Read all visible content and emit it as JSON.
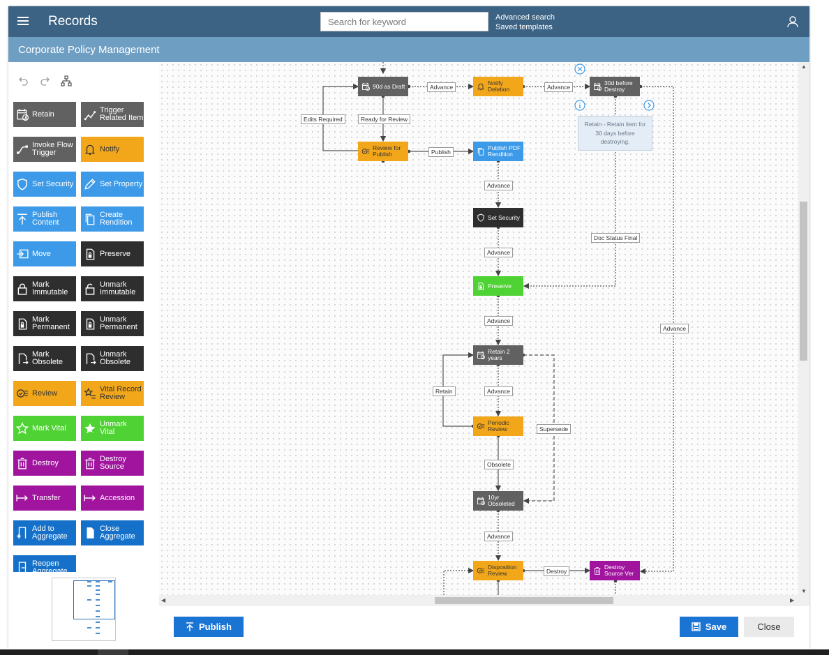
{
  "header": {
    "app_title": "Records",
    "search_placeholder": "Search for keyword",
    "links": [
      "Advanced search",
      "Saved templates"
    ]
  },
  "page_title": "Corporate Policy Management",
  "palette": [
    {
      "label": "Retain",
      "color": "#616161",
      "icon": "retain-icon"
    },
    {
      "label": "Trigger\nRelated Item",
      "color": "#616161",
      "icon": "trigger-icon"
    },
    {
      "label": "Invoke Flow\nTrigger",
      "color": "#616161",
      "icon": "flow-icon"
    },
    {
      "label": "Notify",
      "color": "#f2a71b",
      "icon": "bell-icon"
    },
    {
      "label": "Set Security",
      "color": "#3c9ae8",
      "icon": "shield-icon"
    },
    {
      "label": "Set Property",
      "color": "#3c9ae8",
      "icon": "pencil-icon"
    },
    {
      "label": "Publish\nContent",
      "color": "#3c9ae8",
      "icon": "upload-icon"
    },
    {
      "label": "Create\nRendition",
      "color": "#3c9ae8",
      "icon": "copy-icon"
    },
    {
      "label": "Move",
      "color": "#3c9ae8",
      "icon": "move-icon"
    },
    {
      "label": "Preserve",
      "color": "#2e2e2e",
      "icon": "lock-doc-icon"
    },
    {
      "label": "Mark\nImmutable",
      "color": "#2e2e2e",
      "icon": "lock-icon"
    },
    {
      "label": "Unmark\nImmutable",
      "color": "#2e2e2e",
      "icon": "unlock-icon"
    },
    {
      "label": "Mark\nPermanent",
      "color": "#2e2e2e",
      "icon": "lock-doc-icon"
    },
    {
      "label": "Unmark\nPermanent",
      "color": "#2e2e2e",
      "icon": "lock-doc-icon"
    },
    {
      "label": "Mark\nObsolete",
      "color": "#2e2e2e",
      "icon": "doc-arrow-icon"
    },
    {
      "label": "Unmark\nObsolete",
      "color": "#2e2e2e",
      "icon": "doc-arrow-icon"
    },
    {
      "label": "Review",
      "color": "#f2a71b",
      "icon": "review-icon"
    },
    {
      "label": "Vital Record\nReview",
      "color": "#f2a71b",
      "icon": "star-list-icon"
    },
    {
      "label": "Mark Vital",
      "color": "#4fd233",
      "icon": "star-icon"
    },
    {
      "label": "Unmark\nVital",
      "color": "#4fd233",
      "icon": "star-off-icon"
    },
    {
      "label": "Destroy",
      "color": "#a0149e",
      "icon": "trash-icon"
    },
    {
      "label": "Destroy\nSource",
      "color": "#a0149e",
      "icon": "trash-icon"
    },
    {
      "label": "Transfer",
      "color": "#a0149e",
      "icon": "arrow-right-icon"
    },
    {
      "label": "Accession",
      "color": "#a0149e",
      "icon": "arrow-right-icon"
    },
    {
      "label": "Add to\nAggregate",
      "color": "#1470c8",
      "icon": "add-doc-icon"
    },
    {
      "label": "Close\nAggregate",
      "color": "#1470c8",
      "icon": "doc-icon"
    },
    {
      "label": "Reopen\nAggregate",
      "color": "#1470c8",
      "icon": "reopen-icon"
    }
  ],
  "nodes": [
    {
      "id": "n1",
      "label": "90d as Draft",
      "color": "#616161",
      "icon": "retain-icon"
    },
    {
      "id": "n2",
      "label": "Notify\nDeletion",
      "color": "#f2a71b",
      "icon": "bell-icon"
    },
    {
      "id": "n3",
      "label": "30d before\nDestroy",
      "color": "#616161",
      "icon": "retain-icon"
    },
    {
      "id": "n4",
      "label": "Review for\nPublish",
      "color": "#f2a71b",
      "icon": "review-icon"
    },
    {
      "id": "n5",
      "label": "Publish PDF\nRendition",
      "color": "#3c9ae8",
      "icon": "copy-icon"
    },
    {
      "id": "n6",
      "label": "Set Security",
      "color": "#2e2e2e",
      "icon": "shield-icon"
    },
    {
      "id": "n7",
      "label": "Preserve",
      "color": "#4fd233",
      "icon": "lock-doc-icon"
    },
    {
      "id": "n8",
      "label": "Retain 2\nyears",
      "color": "#616161",
      "icon": "retain-icon"
    },
    {
      "id": "n9",
      "label": "Periodic\nReview",
      "color": "#f2a71b",
      "icon": "review-icon"
    },
    {
      "id": "n10",
      "label": "10yr\nObsoleted",
      "color": "#616161",
      "icon": "retain-icon"
    },
    {
      "id": "n11",
      "label": "Disposition\nReview",
      "color": "#f2a71b",
      "icon": "review-icon"
    },
    {
      "id": "n12",
      "label": "Destroy\nSource Ver",
      "color": "#a0149e",
      "icon": "trash-icon"
    }
  ],
  "edge_labels": [
    "Advance",
    "Advance",
    "Edits Required",
    "Ready for Review",
    "Publish",
    "Advance",
    "Doc Status Final",
    "Advance",
    "Advance",
    "Advance",
    "Retain",
    "Advance",
    "Supersede",
    "Obsolete",
    "Advance",
    "Destroy"
  ],
  "tooltip": "Retain - Retain item for 30 days before destroying.",
  "footer": {
    "publish_label": "Publish",
    "save_label": "Save",
    "close_label": "Close"
  }
}
